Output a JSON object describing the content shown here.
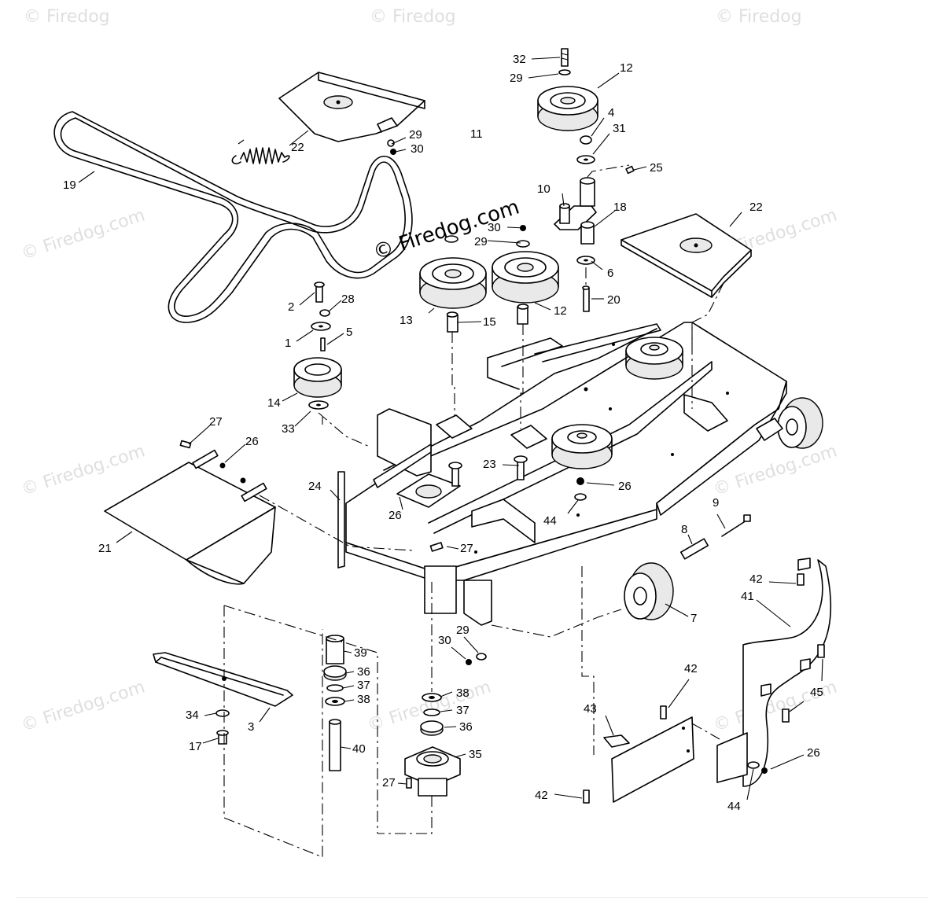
{
  "watermark": {
    "text": "© Firedog.com",
    "text_short": "© Firedog"
  },
  "callouts": {
    "n1": "1",
    "n2": "2",
    "n3": "3",
    "n4": "4",
    "n5": "5",
    "n6": "6",
    "n7": "7",
    "n8": "8",
    "n9": "9",
    "n10": "10",
    "n11": "11",
    "n12": "12",
    "n13": "13",
    "n14": "14",
    "n15": "15",
    "n17": "17",
    "n18": "18",
    "n19": "19",
    "n20": "20",
    "n21": "21",
    "n22": "22",
    "n23": "23",
    "n24": "24",
    "n25": "25",
    "n26": "26",
    "n27": "27",
    "n28": "28",
    "n29": "29",
    "n30": "30",
    "n31": "31",
    "n32": "32",
    "n33": "33",
    "n34": "34",
    "n35": "35",
    "n36": "36",
    "n37": "37",
    "n38": "38",
    "n39": "39",
    "n40": "40",
    "n41": "41",
    "n42": "42",
    "n43": "43",
    "n44": "44",
    "n45": "45"
  }
}
